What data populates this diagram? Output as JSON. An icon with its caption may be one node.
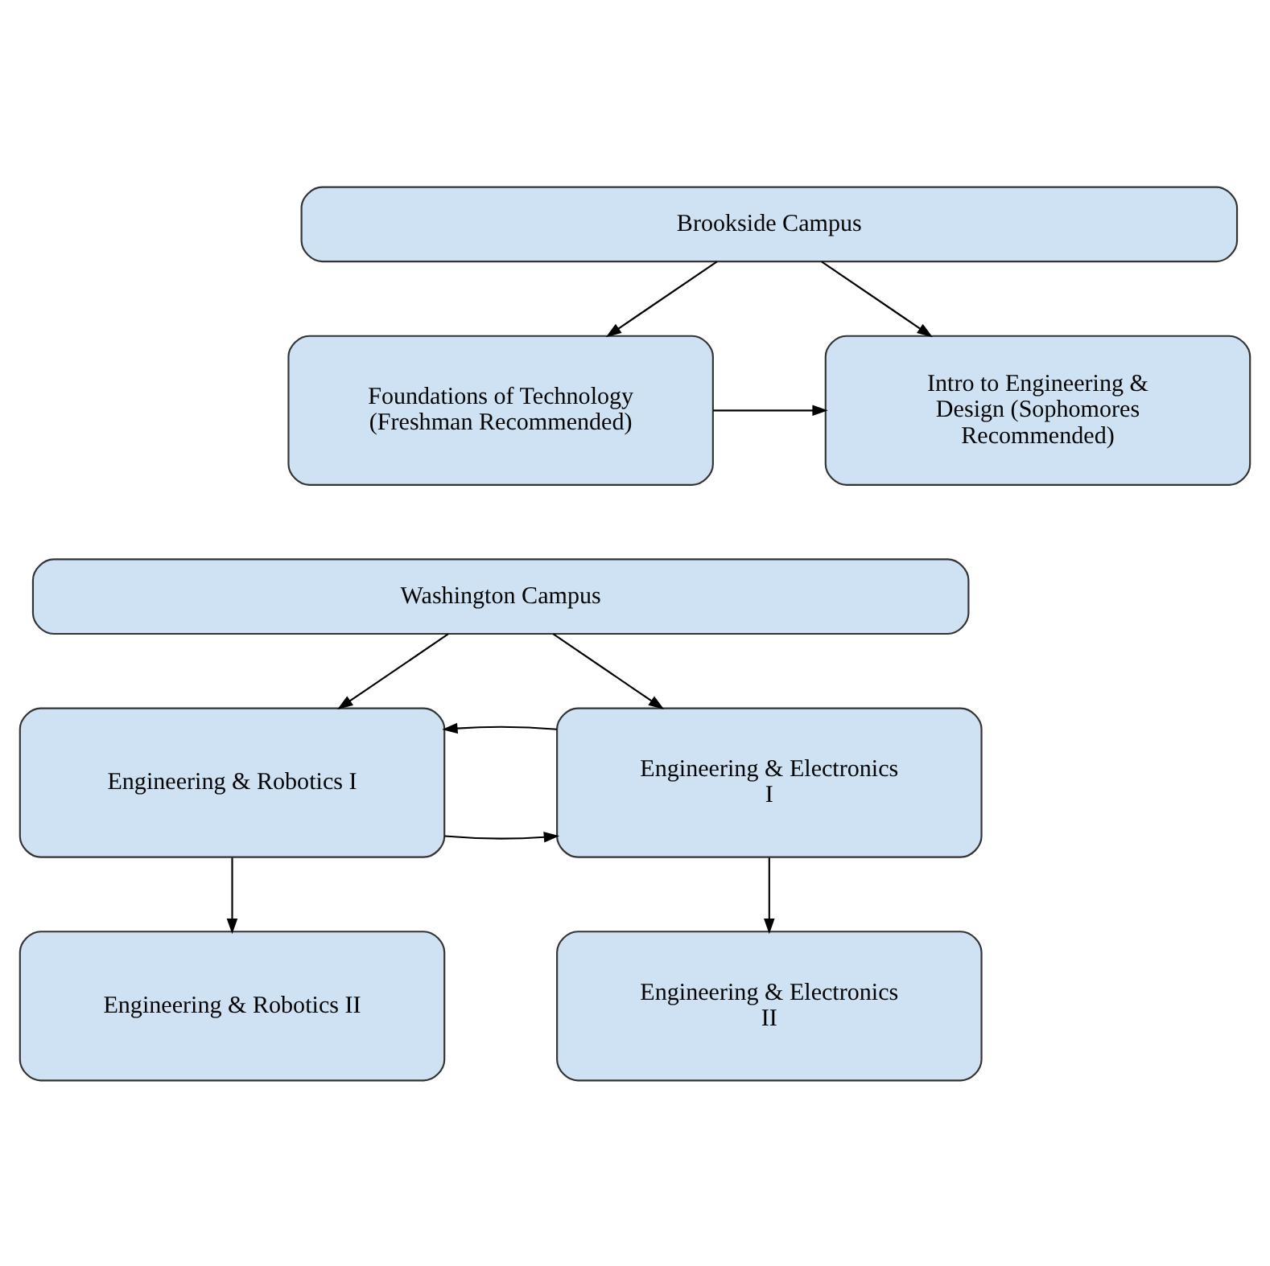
{
  "diagram": {
    "nodes": [
      {
        "text": [
          "Brookside Campus"
        ]
      },
      {
        "text": [
          "Foundations of Technology (Freshman Recommended)"
        ]
      },
      {
        "text": [
          "Intro to Engineering & Design (Sophomores Recommended)"
        ]
      },
      {
        "text": [
          "Washington Campus"
        ]
      },
      {
        "text": [
          "Engineering & Robotics I"
        ]
      },
      {
        "text": [
          "Engineering & Electronics I"
        ]
      },
      {
        "text": [
          "Engineering & Robotics II"
        ]
      },
      {
        "text": [
          "Engineering & Electronics II"
        ]
      }
    ],
    "edges": [
      {
        "from": 0,
        "to": 1,
        "arrow": "to"
      },
      {
        "from": 0,
        "to": 2,
        "arrow": "to"
      },
      {
        "from": 1,
        "to": 2,
        "arrow": "to"
      },
      {
        "from": 3,
        "to": 4,
        "arrow": "to"
      },
      {
        "from": 3,
        "to": 5,
        "arrow": "to"
      },
      {
        "from": 4,
        "to": 5,
        "arrow": "to"
      },
      {
        "from": 5,
        "to": 4,
        "arrow": "to"
      },
      {
        "from": 4,
        "to": 6,
        "arrow": "to"
      },
      {
        "from": 5,
        "to": 7,
        "arrow": "to"
      }
    ]
  }
}
